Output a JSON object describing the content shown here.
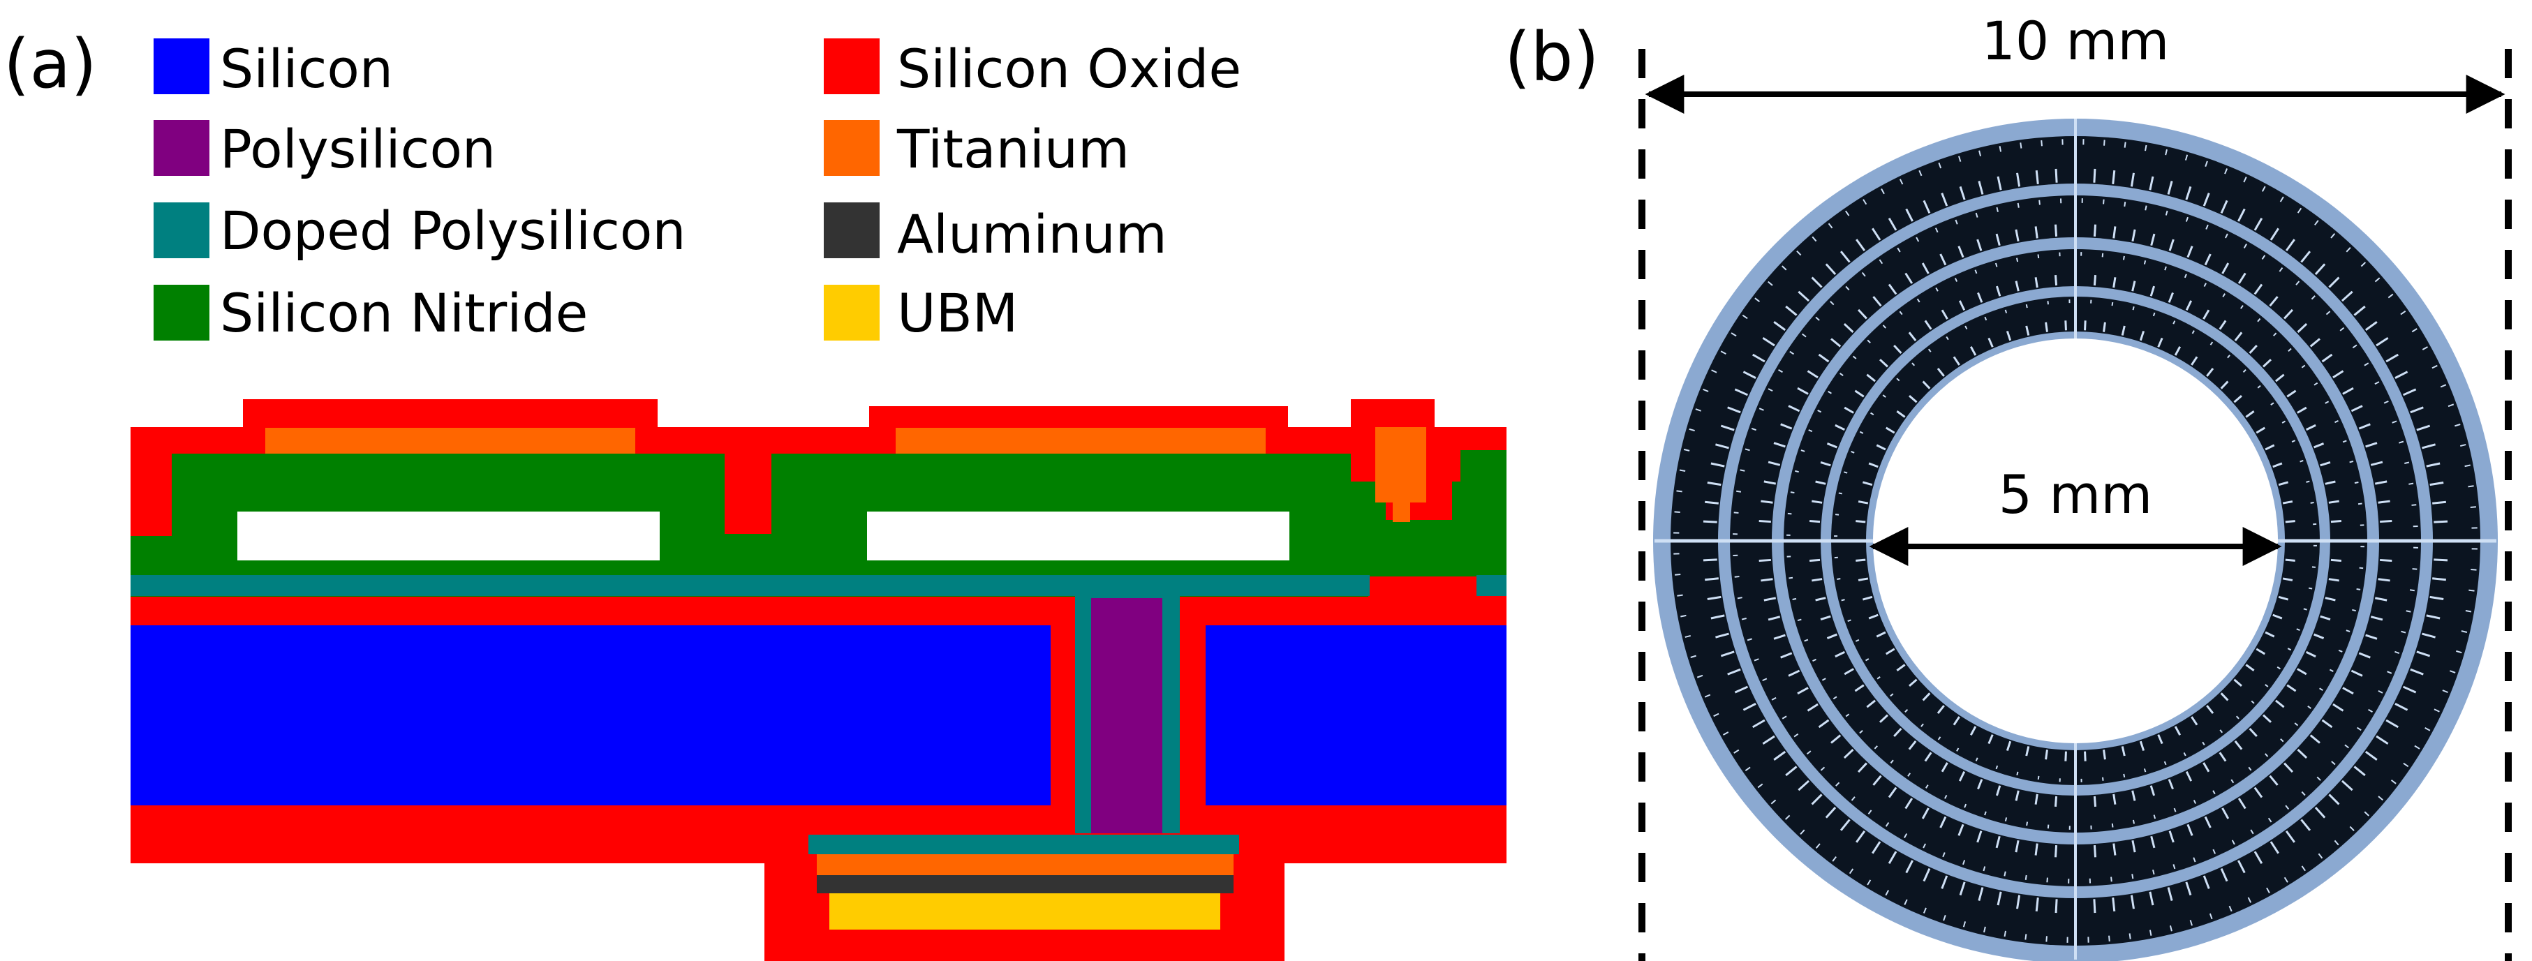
{
  "panel_a": {
    "label": "(a)",
    "legend": [
      {
        "label": "Silicon",
        "color": "#0000ff"
      },
      {
        "label": "Polysilicon",
        "color": "#800080"
      },
      {
        "label": "Doped Polysilicon",
        "color": "#008080"
      },
      {
        "label": "Silicon Nitride",
        "color": "#008000"
      },
      {
        "label": "Silicon Oxide",
        "color": "#ff0000"
      },
      {
        "label": "Titanium",
        "color": "#ff6600"
      },
      {
        "label": "Aluminum",
        "color": "#333333"
      },
      {
        "label": "UBM",
        "color": "#ffcc00"
      }
    ]
  },
  "panel_b": {
    "label": "(b)",
    "outer_dimension": "10 mm",
    "inner_dimension": "5 mm"
  },
  "colors": {
    "ring_substrate": "#8ba9d1",
    "ring_dark": "#0b1420",
    "ring_trace": "#cfe0f5"
  }
}
